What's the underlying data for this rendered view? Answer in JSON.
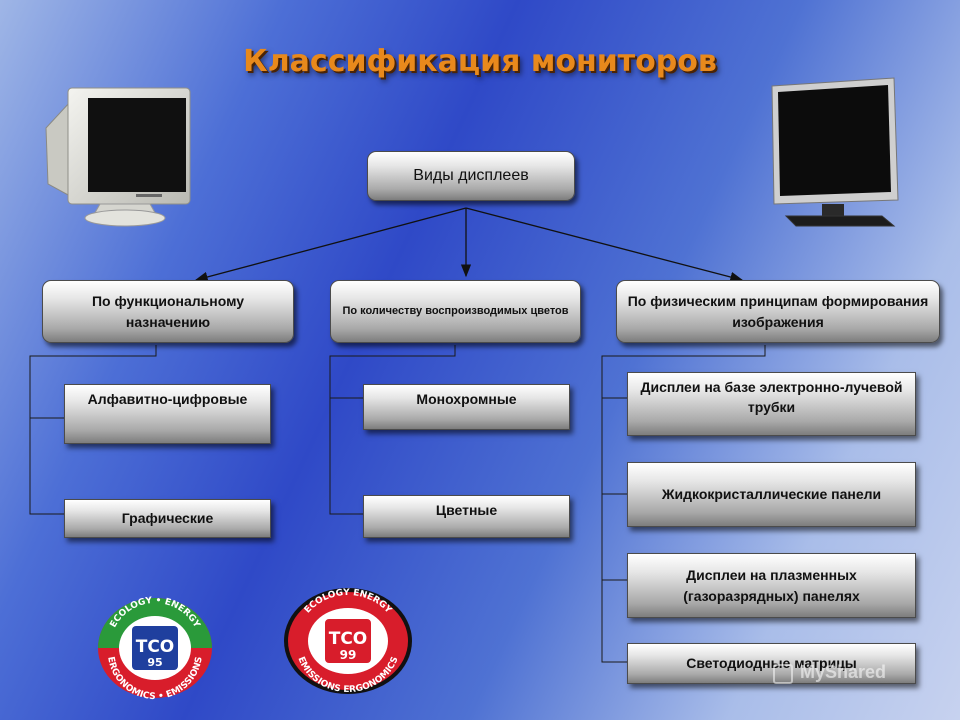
{
  "title": "Классификация мониторов",
  "root": "Виды дисплеев",
  "categories": [
    {
      "label": "По функциональному назначению",
      "items": [
        "Алфавитно-цифровые",
        "Графические"
      ]
    },
    {
      "label": "По количеству воспроизводимых цветов",
      "items": [
        "Монохромные",
        "Цветные"
      ]
    },
    {
      "label": "По физическим принципам формирования изображения",
      "items": [
        "Дисплеи на базе электронно-лучевой трубки",
        "Жидкокристаллические панели",
        "Дисплеи на плазменных (газоразрядных) панелях",
        "Светодиодные матрицы"
      ]
    }
  ],
  "logos": {
    "tco95": {
      "top": "ECOLOGY • ENERGY",
      "bottom": "ERGONOMICS • EMISSIONS",
      "brand": "TCO",
      "year": "95"
    },
    "tco99": {
      "top": "ECOLOGY ENERGY",
      "bottom": "EMISSIONS ERGONOMICS",
      "brand": "TCO",
      "year": "99"
    }
  },
  "watermark": "MyShared",
  "colors": {
    "title": "#e8891c",
    "logo_red": "#d81d2b",
    "logo_green": "#2a9a3a",
    "logo_blue": "#1f3f9e"
  }
}
